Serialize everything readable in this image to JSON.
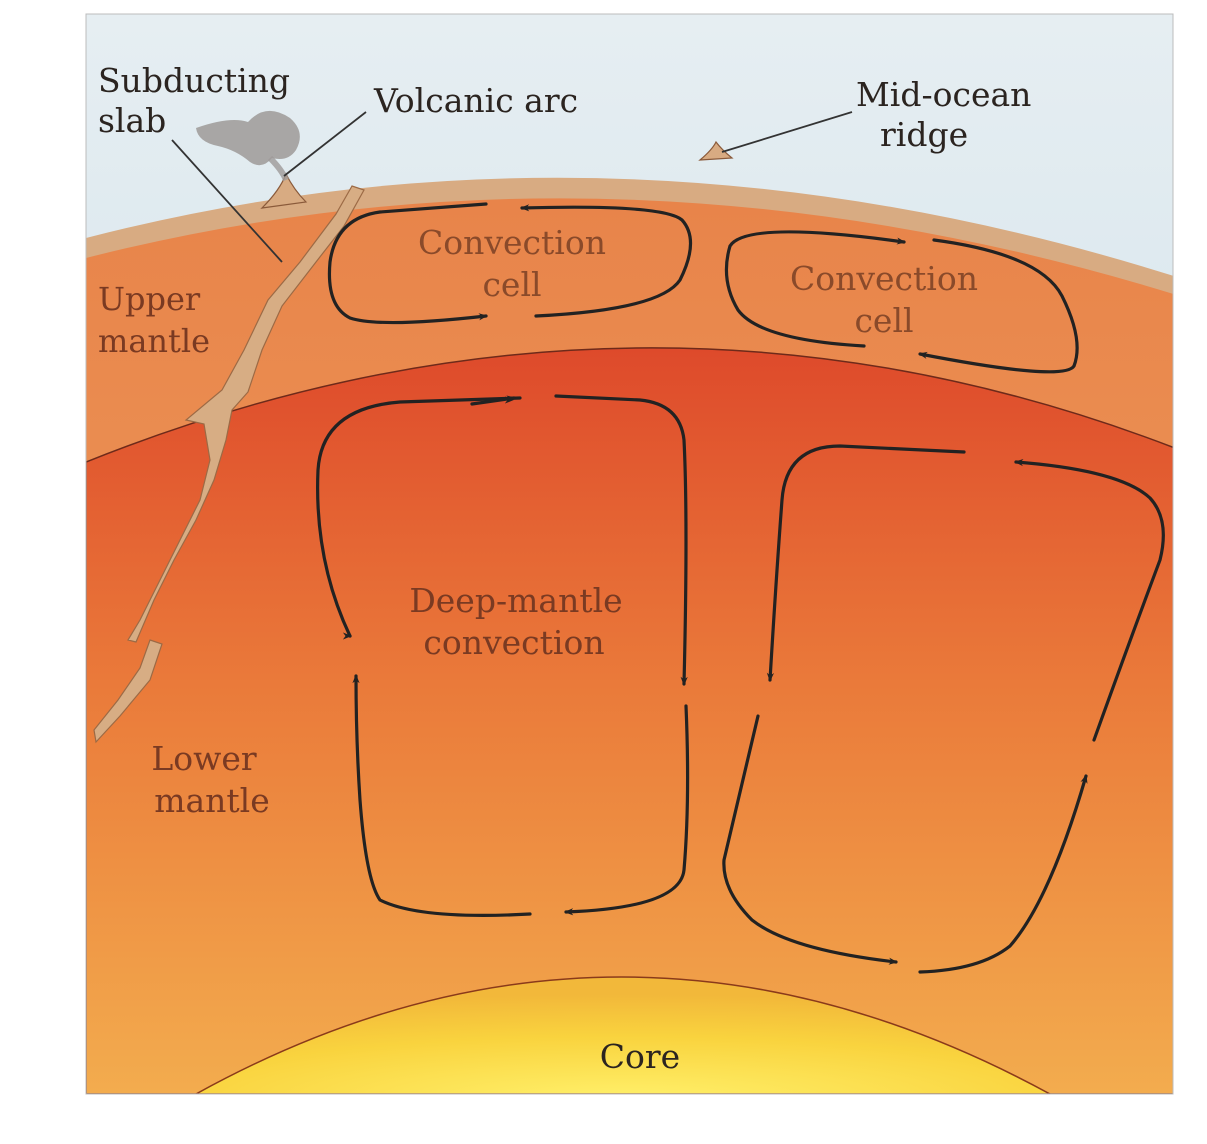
{
  "labels": {
    "subducting_slab_1": "Subducting",
    "subducting_slab_2": "slab",
    "volcanic_arc": "Volcanic arc",
    "mid_ocean_ridge_1": "Mid-ocean",
    "mid_ocean_ridge_2": "ridge",
    "upper_mantle_1": "Upper",
    "upper_mantle_2": "mantle",
    "convection_cell_left_1": "Convection",
    "convection_cell_left_2": "cell",
    "convection_cell_right_1": "Convection",
    "convection_cell_right_2": "cell",
    "deep_mantle_1": "Deep-mantle",
    "deep_mantle_2": "convection",
    "lower_mantle_1": "Lower",
    "lower_mantle_2": "mantle",
    "core": "Core"
  },
  "colors": {
    "sky": "#cfe1ea",
    "crust": "#d8ab82",
    "upper_mantle": "#eb8f4e",
    "lower_mantle_top": "#e14e2c",
    "lower_mantle_bottom": "#f2a84c",
    "core": "#f9d13c",
    "slab": "#d7ad84",
    "arrow": "#222222",
    "ash": "#9e9a98"
  }
}
